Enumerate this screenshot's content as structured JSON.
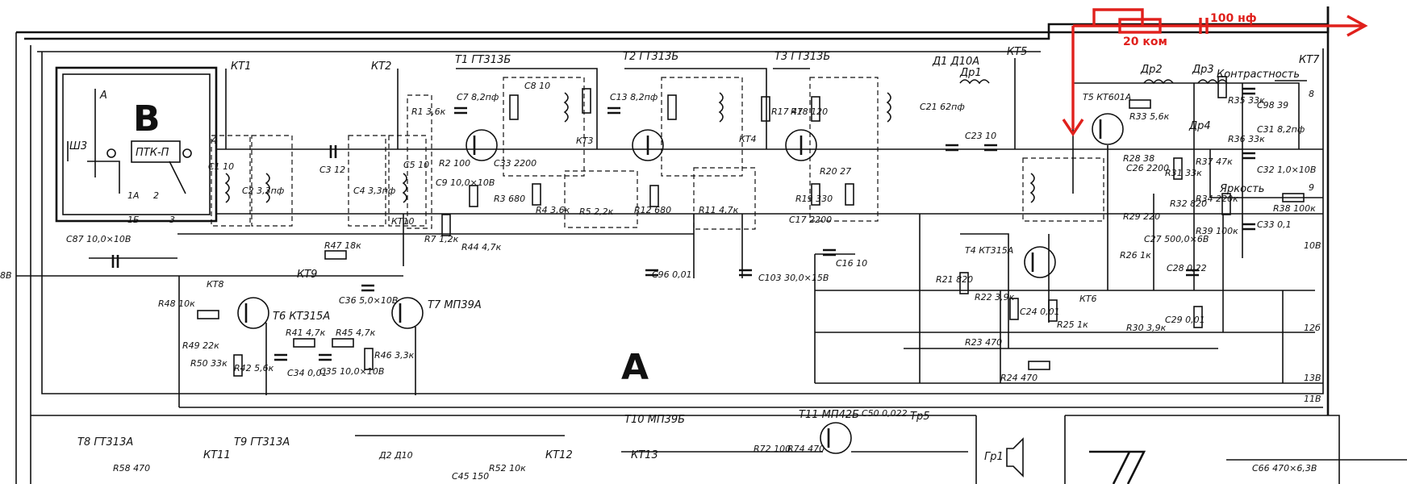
{
  "blocks": {
    "a": "A",
    "b": "В"
  },
  "module": "ПТК-П",
  "connector": "Ш3",
  "antenna": "А",
  "pins": [
    "4",
    "1А",
    "2",
    "1Б",
    "3",
    "8",
    "9",
    "10В",
    "12б",
    "13В",
    "11В",
    "8В"
  ],
  "test_points": [
    "КТ1",
    "КТ2",
    "КТ3",
    "КТ4",
    "КТ5",
    "КТ6",
    "КТ7",
    "КТ8",
    "КТ9",
    "КТ10",
    "КТ11",
    "КТ12",
    "КТ13"
  ],
  "transistors": [
    "Т1 ГТ313Б",
    "Т2 ГТ313Б",
    "Т3 ГТ313Б",
    "Т4 КТ315А",
    "Т5 КТ601А",
    "Т6 КТ315А",
    "Т7 МП39А",
    "Т8 ГТ313А",
    "Т9 ГТ313А",
    "Т10 МП39Б",
    "Т11 МП42Б"
  ],
  "diodes": [
    "Д1 Д10А",
    "Д2 Д10"
  ],
  "chokes": [
    "Др1",
    "Др2",
    "Др3",
    "Др4"
  ],
  "components": {
    "c1": "С1 10",
    "c2": "С2 3,3пф",
    "c3": "С3 12",
    "c4": "С4 3,3пф",
    "c5": "С5 10",
    "c7": "С7 8,2пф",
    "c8": "С8 10",
    "c13": "С13 8,2пф",
    "c33": "С33 2200",
    "c9": "С9 10,0×10В",
    "c87": "С87 10,0×10В",
    "c96": "С96 0,01",
    "c103": "С103 30,0×15В",
    "c16": "С16 10",
    "c17": "С17 2200",
    "c21": "С21 62пф",
    "c23": "С23 10",
    "c31": "С31 8,2пф",
    "c32": "С32 1,0×10В",
    "c33b": "С33 0,1",
    "c98": "С98 39",
    "c26": "С26 2200",
    "c27": "С27 500,0×6В",
    "c28": "С28 0,22",
    "c29": "С29 0,01",
    "c24": "С24 0,01",
    "c35": "С35 10,0×10В",
    "c36": "С36 5,0×10В",
    "c34": "С34 0,01",
    "c66": "С66 470×6,3В",
    "c45": "С45 150",
    "c50": "С50 0,022",
    "r2": "R2 100",
    "r3": "R3 680",
    "r4": "R4 3,6к",
    "r5": "R5 2,2к",
    "r7": "R7 1,2к",
    "r1": "R1 3,6к",
    "r12": "R12 680",
    "r11": "R11 4,7к",
    "r17": "R17 47",
    "r18": "R18 120",
    "r19": "R19 330",
    "r20": "R20 27",
    "r21": "R21 820",
    "r22": "R22 3,9к",
    "r23": "R23 470",
    "r24": "R24 470",
    "r25": "R25 1к",
    "r28": "R28 38",
    "r29": "R29 220",
    "r26": "R26 1к",
    "r31": "R31 33к",
    "r32": "R32 820",
    "r33": "R33 5,6к",
    "r35": "R35 33к",
    "r36": "R36 33к",
    "r37": "R37 47к",
    "r34": "R34 220к",
    "r38": "R38 100к",
    "r39": "R39 100к",
    "r30": "R30 3,9к",
    "r41": "R41 4,7к",
    "r44": "R44 4,7к",
    "r47": "R47 18к",
    "r48": "R48 10к",
    "r49": "R49 22к",
    "r50": "R50 33к",
    "r45": "R45 4,7к",
    "r46": "R46 3,3к",
    "r42": "R42 5,6к",
    "r58": "R58 470",
    "r52": "R52 10к",
    "r72": "R72 100",
    "r74": "R74 470"
  },
  "controls": {
    "contrast": "Контрастность",
    "brightness": "Яркость"
  },
  "annotation": {
    "resistor": "20 ком",
    "capacitor": "100 нф"
  },
  "misc": {
    "tr5": "Тр5",
    "gr1": "Гр1"
  }
}
